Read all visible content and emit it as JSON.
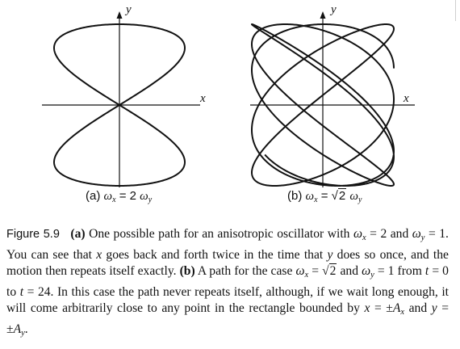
{
  "figure": {
    "panel_a": {
      "x_axis_label": "x",
      "y_axis_label": "y",
      "label": {
        "prefix": "(a)",
        "w": "ω",
        "sub_x": "x",
        "eq": " = 2",
        "sub_y": "y"
      },
      "curve": {
        "ratio_wx_over_wy": 2
      }
    },
    "panel_b": {
      "x_axis_label": "x",
      "y_axis_label": "y",
      "label": {
        "prefix": "(b)",
        "w": "ω",
        "sub_x": "x",
        "eq": " = ",
        "sqrt_arg": "2",
        "sub_y": "y"
      },
      "curve": {
        "wx": 1.41421356,
        "wy": 1,
        "t_start": 0,
        "t_end": 24
      }
    }
  },
  "caption": {
    "figure_number": "Figure 5.9",
    "part_a_marker": "(a)",
    "part_b_marker": "(b)",
    "a_1": "One possible path for an anisotropic oscillator with",
    "a_2": "= 2",
    "a_3": "and",
    "a_4": "= 1. You can see that",
    "a_5": "goes back and forth twice in the time that",
    "a_6": "does so once, and the motion then repeats itself exactly.",
    "b_1": "A path for the case",
    "b_2": "=",
    "b_3": "2",
    "b_4": "and",
    "b_5": "= 1 from",
    "b_6": "= 0 to",
    "b_7": "= 24. In this case the path never repeats itself, although, if we wait long enough, it will come arbitrarily close to any point in the rectangle bounded by",
    "b_8": "= ±",
    "b_9": "and",
    "b_10": "= ±",
    "end": ".",
    "sym_omega": "ω",
    "sym_x": "x",
    "sym_y": "y",
    "sym_t": "t",
    "sym_A": "A"
  }
}
